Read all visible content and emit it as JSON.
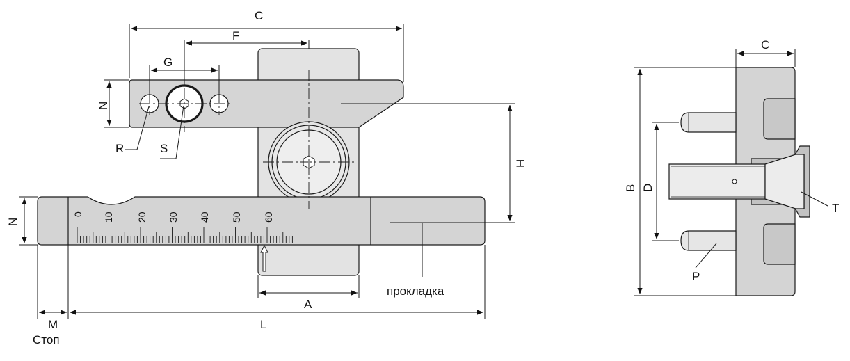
{
  "front_view": {
    "dimensions": {
      "C": "C",
      "F": "F",
      "G": "G",
      "N_top": "N",
      "N_side": "N",
      "R": "R",
      "S": "S",
      "H": "H",
      "A": "A",
      "L": "L",
      "M": "M"
    },
    "stop_label": "Стоп",
    "shim_label": "прокладка",
    "scale": {
      "labels": [
        "0",
        "10",
        "20",
        "30",
        "40",
        "50",
        "60"
      ],
      "minor_ticks": 68
    }
  },
  "side_view": {
    "dimensions": {
      "C": "C",
      "B": "B",
      "D": "D",
      "T": "T",
      "P": "P"
    }
  },
  "colors": {
    "part_fill": "#d4d4d4",
    "part_light": "#e6e6e6",
    "line": "#1a1a1a"
  }
}
